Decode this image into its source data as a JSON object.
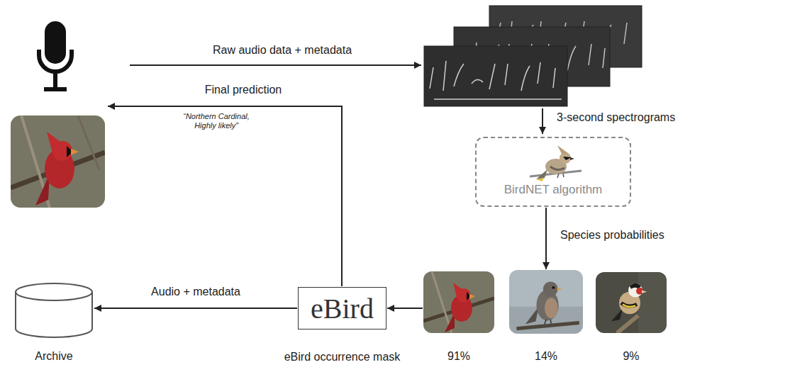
{
  "diagram": {
    "nodes": [
      {
        "text": [
          "BirdNET algorithm"
        ]
      },
      {
        "text": [
          "91%"
        ]
      },
      {
        "text": [
          "14%"
        ]
      },
      {
        "text": [
          "9%"
        ]
      },
      {
        "text": [
          "eBird",
          "eBird occurrence mask"
        ]
      },
      {
        "text": [
          "Archive"
        ]
      }
    ],
    "edges": [
      {
        "from": 0,
        "to": 2,
        "arrow": "to",
        "label": "Species probabilities"
      },
      {
        "from": 1,
        "to": 4,
        "arrow": "to"
      },
      {
        "from": 4,
        "to": 5,
        "arrow": "to",
        "label": "Audio + metadata"
      }
    ],
    "labels": [
      "Raw audio data + metadata",
      "3-second spectrograms",
      "Final prediction",
      "“Northern Cardinal, Highly likely”"
    ]
  }
}
